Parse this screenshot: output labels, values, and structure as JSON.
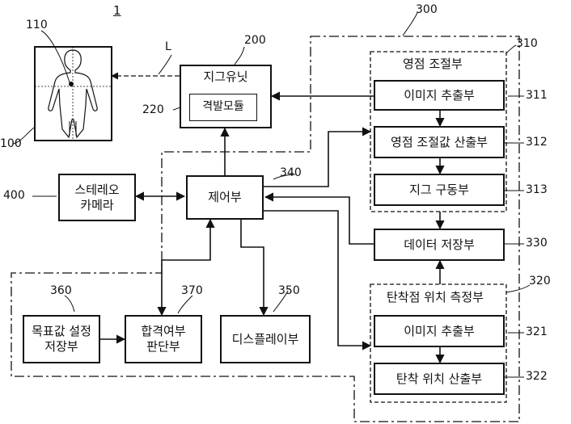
{
  "figure_number": "1",
  "labels": {
    "n100": "100",
    "n110": "110",
    "L": "L",
    "n200": "200",
    "n220": "220",
    "n300": "300",
    "n310": "310",
    "n311": "311",
    "n312": "312",
    "n313": "313",
    "n320": "320",
    "n321": "321",
    "n322": "322",
    "n330": "330",
    "n340": "340",
    "n350": "350",
    "n360": "360",
    "n370": "370",
    "n400": "400"
  },
  "blocks": {
    "jig_unit": "지그유닛",
    "excitation_module": "격발모듈",
    "stereo_camera_line1": "스테레오",
    "stereo_camera_line2": "카메라",
    "control_unit": "제어부",
    "focus_adjust_group": "영점 조절부",
    "image_extract_1": "이미지 추출부",
    "focus_value_calc": "영점 조절값 산출부",
    "jig_drive": "지그 구동부",
    "data_storage": "데이터 저장부",
    "impact_measure_group": "탄착점 위치 측정부",
    "image_extract_2": "이미지 추출부",
    "impact_position_calc": "탄착 위치 산출부",
    "target_value_line1": "목표값 설정",
    "target_value_line2": "저장부",
    "pass_fail_line1": "합격여부",
    "pass_fail_line2": "판단부",
    "display_unit": "디스플레이부"
  }
}
